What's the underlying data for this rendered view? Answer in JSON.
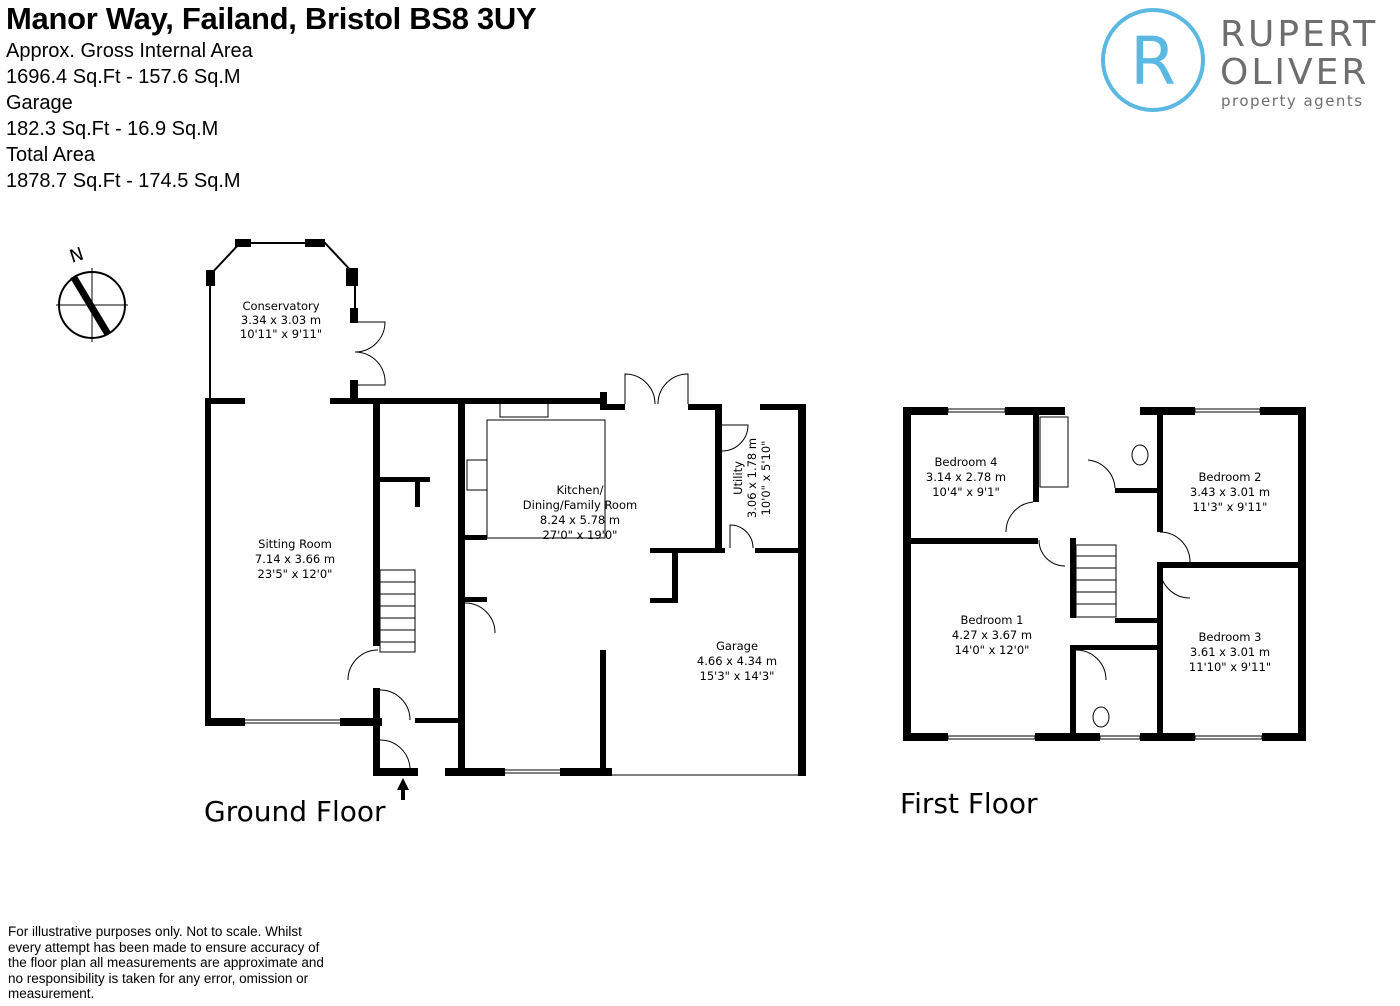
{
  "header": {
    "title": "Manor Way, Failand, Bristol BS8 3UY",
    "gia_label": "Approx. Gross Internal Area",
    "gia_value": "1696.4 Sq.Ft - 157.6 Sq.M",
    "garage_label": "Garage",
    "garage_value": "182.3 Sq.Ft - 16.9 Sq.M",
    "total_label": "Total Area",
    "total_value": "1878.7 Sq.Ft - 174.5 Sq.M"
  },
  "logo": {
    "line1": "RUPERT",
    "line2": "OLIVER",
    "line3": "property agents",
    "monogram": "R",
    "accent_color": "#5bb8e3",
    "text_color": "#6e6e6e"
  },
  "compass": {
    "label": "N"
  },
  "ground_floor": {
    "label": "Ground Floor",
    "rooms": {
      "conservatory": {
        "name": "Conservatory",
        "metric": "3.34 x 3.03 m",
        "imperial": "10'11\" x 9'11\""
      },
      "sitting": {
        "name": "Sitting Room",
        "metric": "7.14 x 3.66 m",
        "imperial": "23'5\" x 12'0\""
      },
      "kitchen": {
        "name1": "Kitchen/",
        "name2": "Dining/Family Room",
        "metric": "8.24 x 5.78 m",
        "imperial": "27'0\" x 19'0\""
      },
      "utility": {
        "name": "Utility",
        "metric": "3.06 x 1.78 m",
        "imperial": "10'0\" x 5'10\""
      },
      "garage": {
        "name": "Garage",
        "metric": "4.66 x 4.34 m",
        "imperial": "15'3\" x 14'3\""
      }
    }
  },
  "first_floor": {
    "label": "First Floor",
    "rooms": {
      "bedroom4": {
        "name": "Bedroom 4",
        "metric": "3.14 x 2.78 m",
        "imperial": "10'4\" x 9'1\""
      },
      "bedroom2": {
        "name": "Bedroom 2",
        "metric": "3.43 x 3.01 m",
        "imperial": "11'3\" x 9'11\""
      },
      "bedroom1": {
        "name": "Bedroom 1",
        "metric": "4.27 x 3.67 m",
        "imperial": "14'0\" x 12'0\""
      },
      "bedroom3": {
        "name": "Bedroom 3",
        "metric": "3.61 x 3.01 m",
        "imperial": "11'10\" x 9'11\""
      }
    }
  },
  "disclaimer": "For illustrative purposes only. Not to scale. Whilst every attempt has been made to ensure accuracy of the floor plan all measurements are approximate and no responsibility is taken for any error, omission or measurement."
}
